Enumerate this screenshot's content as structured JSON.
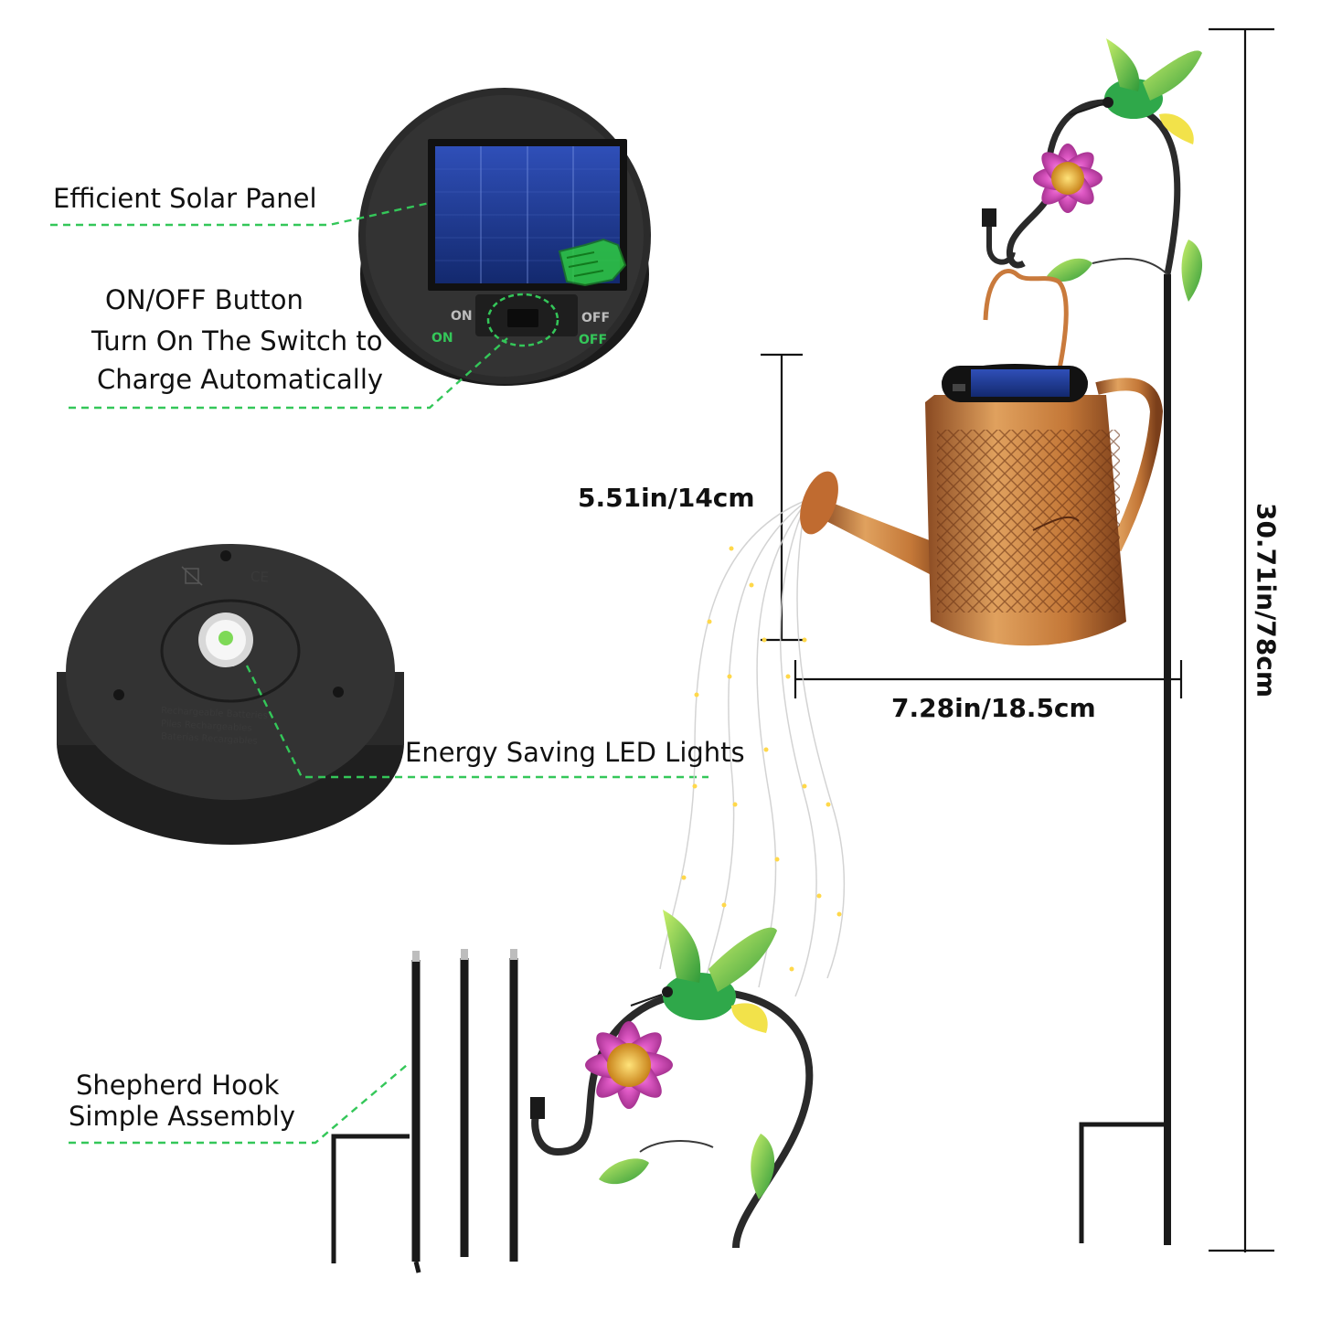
{
  "labels": {
    "solar_panel": "Efficient Solar Panel",
    "onoff_title": "ON/OFF Button",
    "onoff_line2": "Turn On The Switch to",
    "onoff_line3": "Charge Automatically",
    "led": "Energy Saving LED Lights",
    "hook_line1": "Shepherd Hook",
    "hook_line2": "Simple Assembly"
  },
  "dimensions": {
    "height_can": "5.51in/14cm",
    "width_can": "7.28in/18.5cm",
    "total_height": "30.71in/78cm"
  },
  "switch": {
    "on_dark": "ON",
    "off_dark": "OFF",
    "on_green": "ON",
    "off_green": "OFF"
  },
  "battery_text": {
    "line1": "Rechargeable Batteries",
    "line2": "Piles Rechargeables",
    "line3": "Baterías Recargables",
    "ce": "CE"
  },
  "colors": {
    "leader_green": "#34c759",
    "copper": "#c97a3c",
    "pink_petal": "#d94fbf",
    "leaf_green": "#5cc24a"
  }
}
